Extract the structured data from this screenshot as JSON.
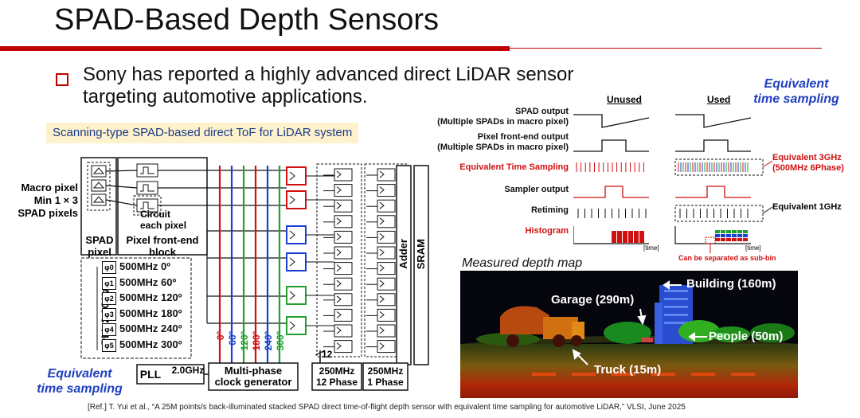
{
  "title": "SPAD-Based Depth Sensors",
  "bullet": {
    "line1": "Sony has reported a highly advanced direct LiDAR sensor",
    "line2": "targeting automotive applications."
  },
  "equivalent_time_sampling_top": {
    "line1": "Equivalent",
    "line2": "time sampling"
  },
  "equivalent_time_sampling_bottom": {
    "line1": "Equivalent",
    "line2": "time sampling"
  },
  "scan_label": "Scanning-type SPAD-based direct ToF for LiDAR system",
  "block_diagram": {
    "macro_pixel": {
      "line1": "Macro pixel",
      "line2": "Min 1 × 3",
      "line3": "SPAD pixels"
    },
    "circuit": {
      "line1": "Circuit",
      "line2": "each pixel"
    },
    "spad_pixel": {
      "line1": "SPAD",
      "line2": "pixel"
    },
    "pixel_front_end": {
      "line1": "Pixel front-end",
      "line2": "block"
    },
    "pll_label": "PLL 2.0GHz",
    "pll_items": [
      {
        "sym": "φ0",
        "text": "500MHz 0º"
      },
      {
        "sym": "φ1",
        "text": "500MHz 60º"
      },
      {
        "sym": "φ2",
        "text": "500MHz 120º"
      },
      {
        "sym": "φ3",
        "text": "500MHz 180º"
      },
      {
        "sym": "φ4",
        "text": "500MHz 240º"
      },
      {
        "sym": "φ5",
        "text": "500MHz 300º"
      }
    ],
    "phase_labels": [
      "0º",
      "60º",
      "120º",
      "180º",
      "240º",
      "300º"
    ],
    "phase_colors": [
      "#d01010",
      "#1a3fd0",
      "#20a030",
      "#d01010",
      "#1a3fd0",
      "#20a030"
    ],
    "pll_box": "PLL",
    "pll_freq": "2.0GHz",
    "clock_gen": {
      "line1": "Multi-phase",
      "line2": "clock generator"
    },
    "bus_width": "12",
    "block_12phase": {
      "line1": "250MHz",
      "line2": "12 Phase"
    },
    "block_1phase": {
      "line1": "250MHz",
      "line2": "1 Phase"
    },
    "adder": "Adder",
    "sram": "SRAM"
  },
  "timing": {
    "col_unused": "Unused",
    "col_used": "Used",
    "rows": [
      {
        "line1": "SPAD output",
        "line2": "(Multiple SPADs in macro pixel)",
        "color": "#111111"
      },
      {
        "line1": "Pixel front-end output",
        "line2": "(Multiple SPADs in macro pixel)",
        "color": "#111111"
      },
      {
        "line1": "Equivalent Time Sampling",
        "line2": "",
        "color": "#d01010"
      },
      {
        "line1": "Sampler output",
        "line2": "",
        "color": "#111111"
      },
      {
        "line1": "Retiming",
        "line2": "",
        "color": "#111111"
      },
      {
        "line1": "Histogram",
        "line2": "",
        "color": "#d01010"
      }
    ],
    "eq3ghz": {
      "line1": "Equivalent 3GHz",
      "line2": "(500MHz 6Phase)"
    },
    "eq1ghz": "Equivalent 1GHz",
    "time_unit": "[time]",
    "subbin_note": "Can be separated as sub-bin"
  },
  "depth_map": {
    "label": "Measured depth map",
    "annotations": {
      "building": "Building (160m)",
      "garage": "Garage (290m)",
      "people": "People (50m)",
      "truck": "Truck (15m)"
    }
  },
  "reference": "[Ref.] T. Yui et al., “A 25M points/s back-illuminated stacked SPAD direct time-of-flight depth sensor with equivalent time sampling for automotive LiDAR,” VLSI, June 2025"
}
